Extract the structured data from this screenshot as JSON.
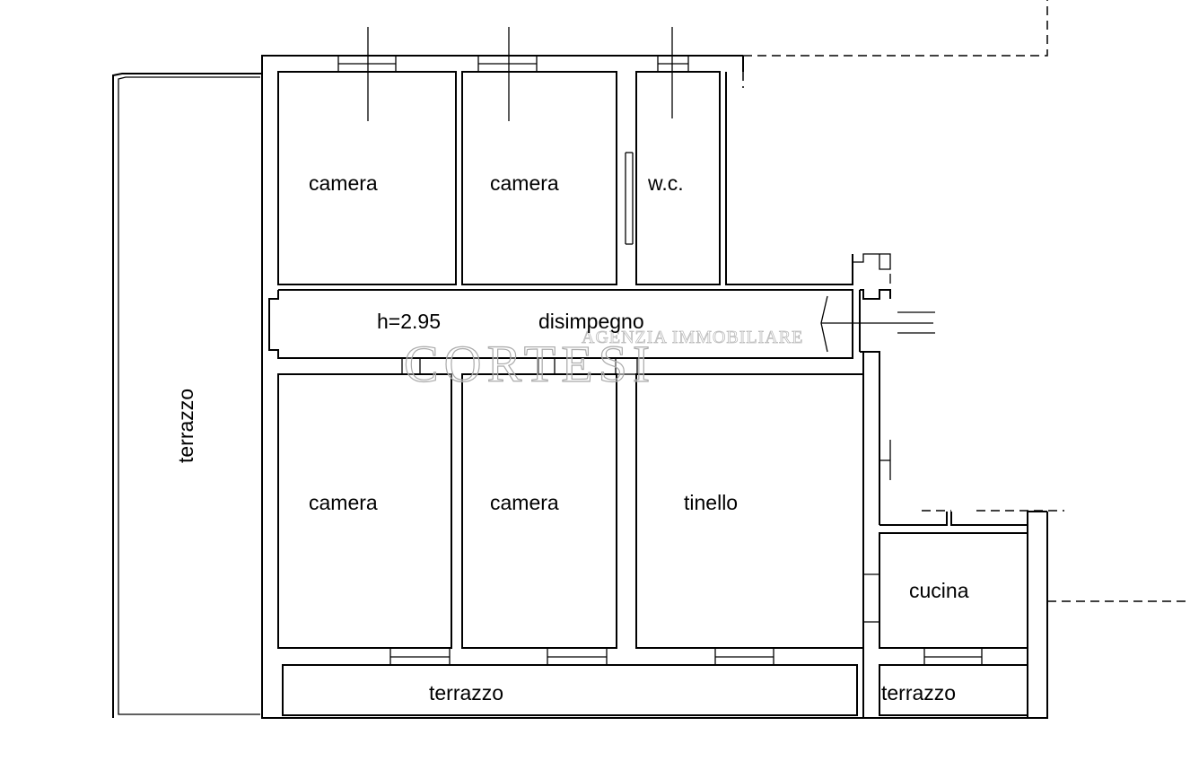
{
  "rooms": {
    "camera_1": "camera",
    "camera_2": "camera",
    "wc": "w.c.",
    "disimpegno": "disimpegno",
    "height": "h=2.95",
    "terrazzo_left": "terrazzo",
    "camera_3": "camera",
    "camera_4": "camera",
    "tinello": "tinello",
    "cucina": "cucina",
    "terrazzo_bottom": "terrazzo",
    "terrazzo_small": "terrazzo"
  },
  "watermark": {
    "line1": "AGENZIA IMMOBILIARE",
    "line2": "CORTESI"
  }
}
